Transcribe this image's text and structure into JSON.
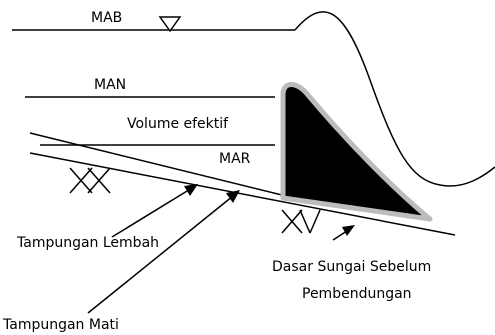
{
  "labels": {
    "mab": "MAB",
    "man": "MAN",
    "volume_efektif": "Volume efektif",
    "mar": "MAR",
    "tampungan_lembah": "Tampungan Lembah",
    "dasar_sungai_line1": "Dasar Sungai Sebelum",
    "dasar_sungai_line2": "Pembendungan",
    "tampungan_mati": "Tampungan Mati"
  }
}
